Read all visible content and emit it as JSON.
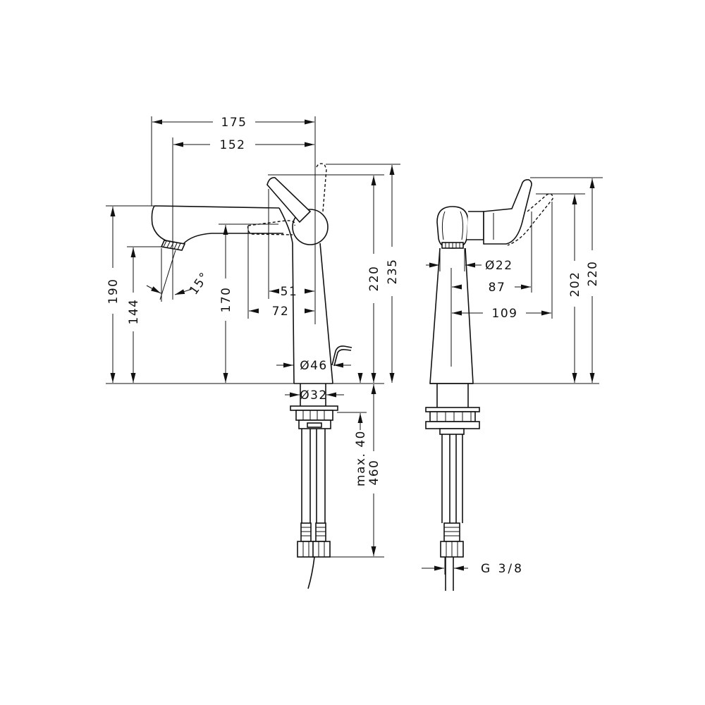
{
  "dimensions": {
    "overall_reach": "175",
    "spout_reach": "152",
    "spout_height": "190",
    "aerator_height": "144",
    "spout_angle": "15°",
    "body_height": "170",
    "lever_offset_short": "51",
    "lever_offset_long": "72",
    "base_diameter": "Ø46",
    "shank_diameter": "Ø32",
    "height_to_lever": "220",
    "height_to_lever_open": "235",
    "max_deck_label": "max. 40",
    "hose_length": "460",
    "side_spout_diameter": "Ø22",
    "side_lever_depth": "87",
    "side_lever_depth_open": "109",
    "side_height": "202",
    "side_height_open": "220",
    "connection_thread": "G 3/8"
  }
}
